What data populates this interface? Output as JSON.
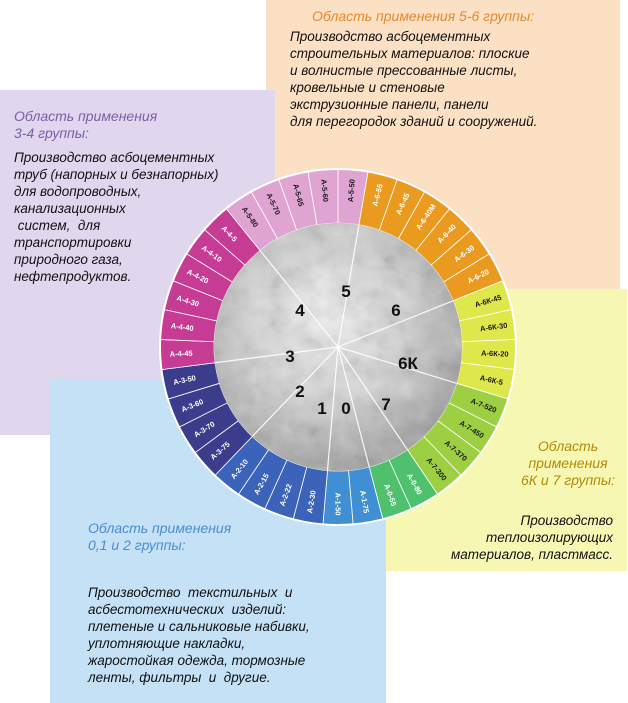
{
  "panels": {
    "g56": {
      "heading": "Область применения 5-6 группы:",
      "lines": [
        "Производство асбоцементных",
        "строительных материалов: плоские",
        "и волнистые прессованные листы,",
        "кровельные  и  стеновые",
        "экструзионные  панели,  панели",
        "для  перегородок зданий и сооружений."
      ]
    },
    "g34": {
      "heading": [
        "Область применения",
        "3-4 группы:"
      ],
      "lines": [
        "Производство асбоцементных",
        "труб (напорных и безнапорных)",
        "для водопроводных,",
        "канализационных",
        " систем,  для",
        "транспортировки",
        "природного газа,",
        "нефтепродуктов."
      ]
    },
    "g6k7": {
      "heading": [
        "Область",
        "применения",
        "6К и 7 группы:"
      ],
      "lines": [
        "Производство",
        "теплоизолирующих",
        "материалов, пластмасс."
      ]
    },
    "g012": {
      "heading": [
        "Область применения",
        "0,1 и 2 группы:"
      ],
      "lines": [
        "Производство  текстильных  и",
        "асбестотехнических  изделий:",
        "плетеные и сальниковые набивки,",
        "уплотняющие накладки,",
        "жаростойкая одежда, тормозные",
        "ленты, фильтры  и  другие."
      ]
    }
  },
  "wheel": {
    "group_labels": [
      "0",
      "1",
      "2",
      "3",
      "4",
      "5",
      "6",
      "6К",
      "7"
    ],
    "colors": {
      "g0": "#4fc06e",
      "g1": "#3f8fd2",
      "g2": "#3b63b9",
      "g3": "#3c3c8c",
      "g4": "#c63c94",
      "g5": "#e0a4d3",
      "g6": "#ea9a1e",
      "g6k": "#dfe84a",
      "g7": "#9cd042"
    },
    "grades": [
      {
        "group": "g5",
        "label": "А-5-50"
      },
      {
        "group": "g6",
        "label": "А-6-55"
      },
      {
        "group": "g6",
        "label": "А-6-45"
      },
      {
        "group": "g6",
        "label": "А-6-40М"
      },
      {
        "group": "g6",
        "label": "А-6-40"
      },
      {
        "group": "g6",
        "label": "А-6-30"
      },
      {
        "group": "g6",
        "label": "А-6-20"
      },
      {
        "group": "g6k",
        "label": "А-6К-45"
      },
      {
        "group": "g6k",
        "label": "А-6К-30"
      },
      {
        "group": "g6k",
        "label": "А-6К-20"
      },
      {
        "group": "g6k",
        "label": "А-6К-5"
      },
      {
        "group": "g7",
        "label": "А-7-520"
      },
      {
        "group": "g7",
        "label": "А-7-450"
      },
      {
        "group": "g7",
        "label": "А-7-370"
      },
      {
        "group": "g7",
        "label": "А-7-300"
      },
      {
        "group": "g0",
        "label": "А-0-80"
      },
      {
        "group": "g0",
        "label": "А-0-55"
      },
      {
        "group": "g1",
        "label": "А-1-75"
      },
      {
        "group": "g1",
        "label": "А-1-50"
      },
      {
        "group": "g2",
        "label": "А-2-30"
      },
      {
        "group": "g2",
        "label": "А-2-22"
      },
      {
        "group": "g2",
        "label": "А-2-15"
      },
      {
        "group": "g2",
        "label": "А-2-10"
      },
      {
        "group": "g3",
        "label": "А-3-75"
      },
      {
        "group": "g3",
        "label": "А-3-70"
      },
      {
        "group": "g3",
        "label": "А-3-60"
      },
      {
        "group": "g3",
        "label": "А-3-50"
      },
      {
        "group": "g4",
        "label": "А-4-45"
      },
      {
        "group": "g4",
        "label": "А-4-40"
      },
      {
        "group": "g4",
        "label": "А-4-30"
      },
      {
        "group": "g4",
        "label": "А-4-20"
      },
      {
        "group": "g4",
        "label": "А-4-10"
      },
      {
        "group": "g4",
        "label": "А-4-5"
      },
      {
        "group": "g5",
        "label": "А-5-80"
      },
      {
        "group": "g5",
        "label": "А-5-70"
      },
      {
        "group": "g5",
        "label": "А-5-65"
      },
      {
        "group": "g5",
        "label": "А-5-60"
      }
    ]
  }
}
